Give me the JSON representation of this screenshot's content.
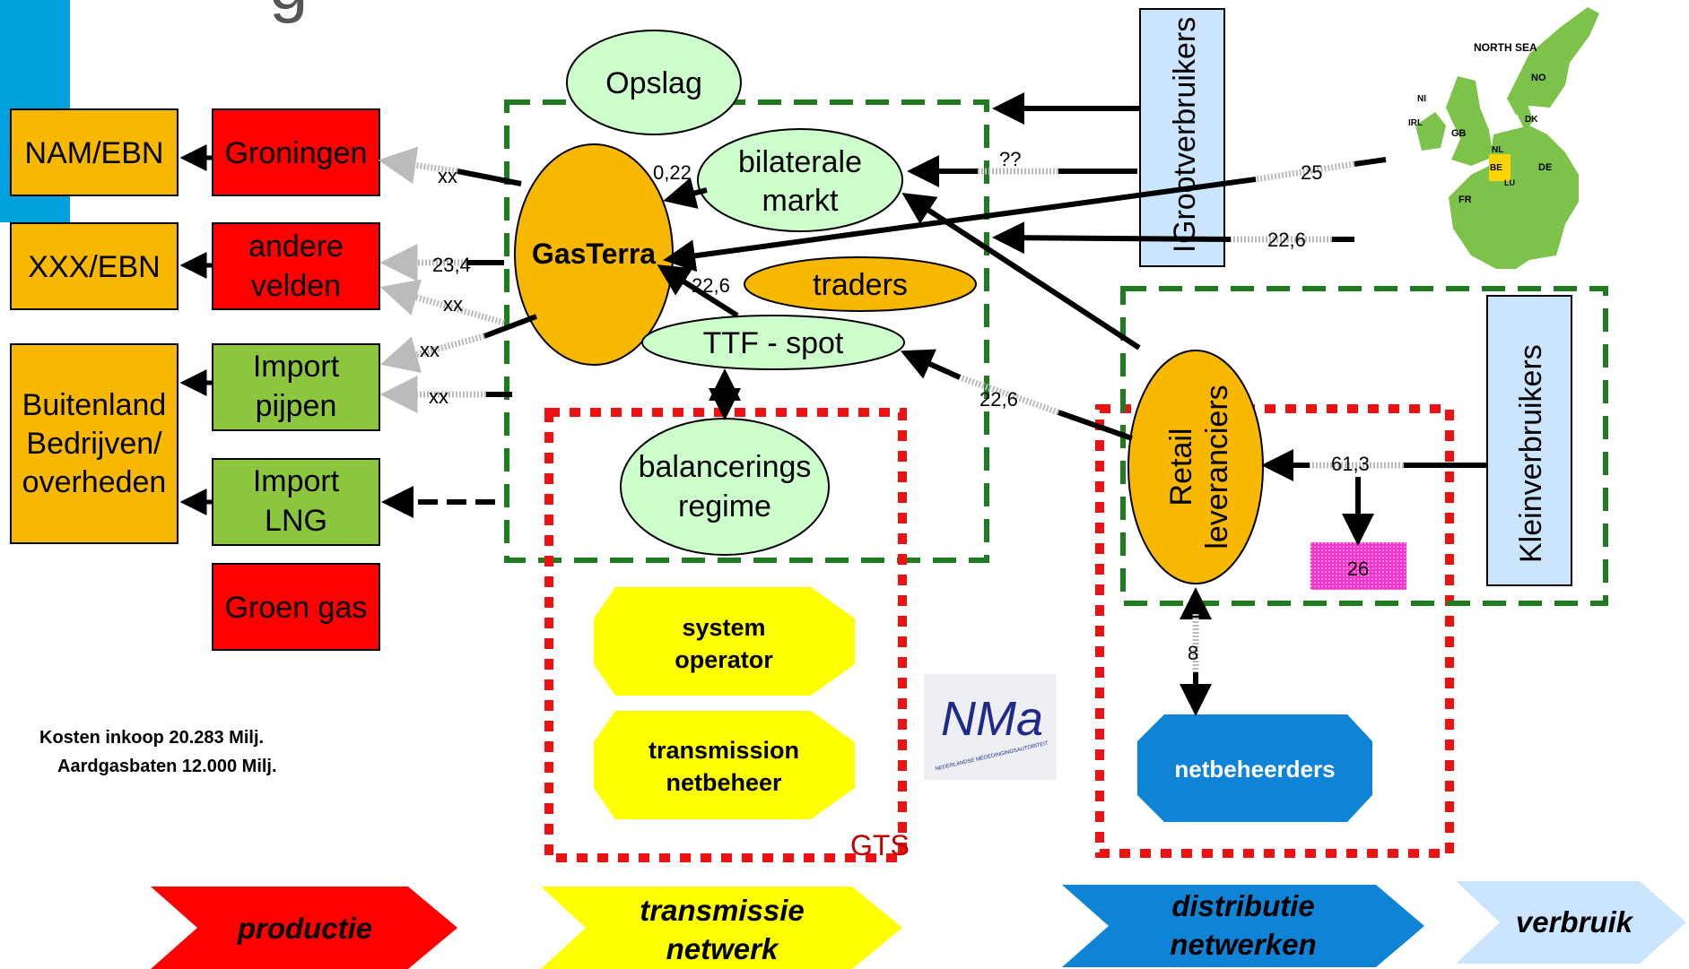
{
  "title_fragment": "g",
  "production": {
    "owners": [
      "NAM/EBN",
      "XXX/EBN",
      "Buitenland",
      "Bedrijven/",
      "overheden"
    ],
    "sources": {
      "groningen": "Groningen",
      "andere": [
        "andere",
        "velden"
      ],
      "import_pipes": [
        "Import",
        "pijpen"
      ],
      "import_lng": [
        "Import",
        "LNG"
      ],
      "groen_gas": "Groen gas"
    }
  },
  "market": {
    "opslag": "Opslag",
    "bilaterale": [
      "bilaterale",
      "markt"
    ],
    "gasterra": "GasTerra",
    "traders": "traders",
    "ttf": "TTF - spot",
    "balancering": [
      "balancerings",
      "regime"
    ],
    "system_operator": [
      "system",
      "operator"
    ],
    "transmission": [
      "transmission",
      "netbeheer"
    ],
    "gts": "GTS"
  },
  "consumers": {
    "groot": "Grootverbruikers",
    "groot_prefix": "I",
    "klein": "Kleinverbruikers",
    "retail": [
      "Retail",
      "leveranciers"
    ],
    "netbeheerders": "netbeheerders",
    "nma_logo": "NMa",
    "nma_text": "NEDERLANDSE MEDEDINGINGSAUTORITEIT"
  },
  "flow_labels": {
    "xx_groningen": "xx",
    "v_0_22": "0,22",
    "v_qq": "??",
    "v_25": "25",
    "v_23_4": "23,4",
    "xx_andere": "xx",
    "xx_import1": "xx",
    "xx_import2": "xx",
    "v_22_6_gas": "22,6",
    "v_22_6_groot": "22,6",
    "v_22_6_retail": "22,6",
    "v_61_3": "61,3",
    "v_26": "26",
    "v_8": "8"
  },
  "costs": [
    "Kosten inkoop 20.283 Milj.",
    "Aardgasbaten 12.000 Milj."
  ],
  "map": {
    "sea": "NORTH SEA",
    "countries": [
      "NO",
      "NI",
      "IRL",
      "GB",
      "DK",
      "NL",
      "BE",
      "LU",
      "DE",
      "FR"
    ]
  },
  "chain": [
    "productie",
    [
      "transmissie",
      "netwerk"
    ],
    [
      "distributie",
      "netwerken"
    ],
    "verbruik"
  ],
  "colors": {
    "orange": "#F9B800",
    "red": "#FF0000",
    "green": "#8CC63F",
    "light_green": "#CCFFCC",
    "light_blue": "#CCE5FF",
    "yellow": "#FFFF00",
    "blue": "#0F84D6",
    "magenta": "#FF33CC",
    "dash_green": "#1E7B1E",
    "dash_red": "#EE1111",
    "accent_cyan": "#00A0DC"
  }
}
